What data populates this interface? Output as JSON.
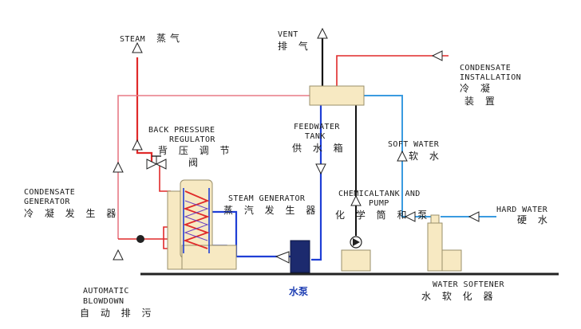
{
  "labels": {
    "steam_en": "STEAM",
    "steam_zh": "蒸气",
    "vent_en": "VENT",
    "vent_zh": "排 气",
    "condensate_install_en1": "CONDENSATE",
    "condensate_install_en2": "INSTALLATION",
    "condensate_install_zh1": "冷 凝",
    "condensate_install_zh2": "装 置",
    "back_pressure_en1": "BACK PRESSURE",
    "back_pressure_en2": "REGULATOR",
    "back_pressure_zh1": "背 压 调 节",
    "back_pressure_zh2": "阀",
    "feedwater_en1": "FEEDWATER",
    "feedwater_en2": "TANK",
    "feedwater_zh": "供 水 箱",
    "soft_water_en": "SOFT WATER",
    "soft_water_zh": "软    水",
    "condensate_gen_en1": "CONDENSATE",
    "condensate_gen_en2": "GENERATOR",
    "condensate_gen_zh": "冷 凝 发 生 器",
    "steam_gen_en": "STEAM GENERATOR",
    "steam_gen_zh": "蒸 汽 发 生 器",
    "chemical_en1": "CHEMICALTANK AND",
    "chemical_en2": "PUMP",
    "chemical_zh": "化 学 筒 和 泵",
    "hard_water_en": "HARD WATER",
    "hard_water_zh": "硬      水",
    "blowdown_en1": "AUTOMATIC",
    "blowdown_en2": "BLOWDOWN",
    "blowdown_zh": "自 动 排 污",
    "pump_zh": "水泵",
    "softener_en": "WATER SOFTENER",
    "softener_zh": "水 软 化 器"
  },
  "colors": {
    "steam": "#e02a2a",
    "condensate": "#e87a86",
    "feed_water": "#1f3fd6",
    "soft_water": "#3a9be0",
    "equipment_fill": "#f7e9c2",
    "equipment_stroke": "#9a8f6a",
    "pump_fill": "#1c2a6e",
    "ground": "#222222"
  }
}
